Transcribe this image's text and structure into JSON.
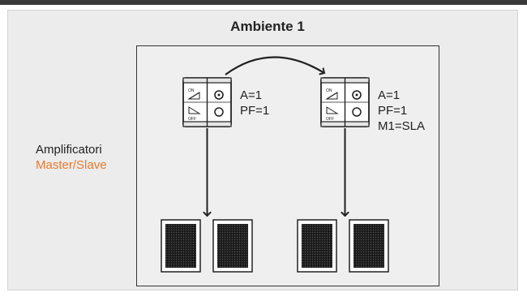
{
  "title": "Ambiente 1",
  "side_label": {
    "line1": "Amplificatori",
    "line2": "Master/Slave"
  },
  "device_left": {
    "params": [
      "A=1",
      "PF=1"
    ]
  },
  "device_right": {
    "params": [
      "A=1",
      "PF=1",
      "M1=SLA"
    ]
  },
  "device_button_labels": {
    "on": "ON",
    "off": "OFF"
  },
  "colors": {
    "accent": "#e8792b",
    "line": "#222222",
    "panel": "#ececec"
  }
}
